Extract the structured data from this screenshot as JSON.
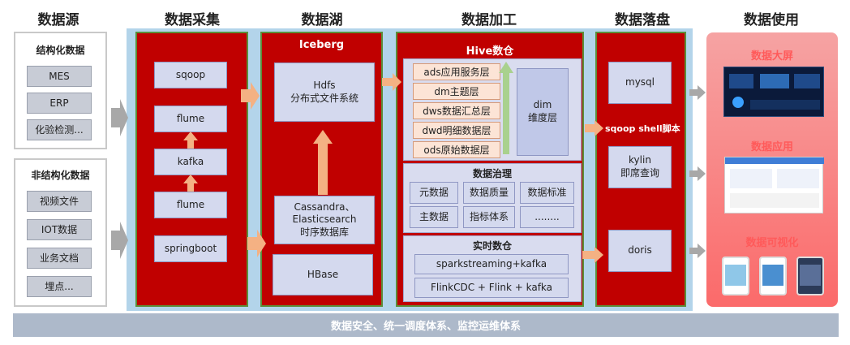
{
  "headers": [
    "数据源",
    "数据采集",
    "数据湖",
    "数据加工",
    "数据落盘",
    "数据使用"
  ],
  "sources": {
    "structured": {
      "title": "结构化数据",
      "items": [
        "MES",
        "ERP",
        "化验检测..."
      ]
    },
    "unstructured": {
      "title": "非结构化数据",
      "items": [
        "视频文件",
        "IOT数据",
        "业务文档",
        "埋点..."
      ]
    }
  },
  "collection": {
    "items": [
      "sqoop",
      "flume",
      "kafka",
      "flume",
      "springboot"
    ]
  },
  "lake": {
    "title": "Iceberg",
    "hdfs": "Hdfs\n分布式文件系统",
    "cassandra": "Cassandra、\nElasticsearch\n时序数据库",
    "hbase": "HBase"
  },
  "processing": {
    "title": "Hive数仓",
    "layers": [
      "ads应用服务层",
      "dm主题层",
      "dws数据汇总层",
      "dwd明细数据层",
      "ods原始数据层"
    ],
    "dim": "dim\n维度层",
    "governance": {
      "title": "数据治理",
      "items": [
        "元数据",
        "数据质量",
        "数据标准",
        "主数据",
        "指标体系",
        "........"
      ]
    },
    "realtime": {
      "title": "实时数仓",
      "items": [
        "sparkstreaming+kafka",
        "FlinkCDC + Flink + kafka"
      ]
    }
  },
  "storage": {
    "mysql": "mysql",
    "sqoop_label": "sqoop shell脚本",
    "kylin": "kylin\n即席查询",
    "doris": "doris"
  },
  "usage": {
    "items": [
      "数据大屏",
      "数据应用",
      "数据可视化"
    ]
  },
  "footer": "数据安全、统一调度体系、监控运维体系"
}
